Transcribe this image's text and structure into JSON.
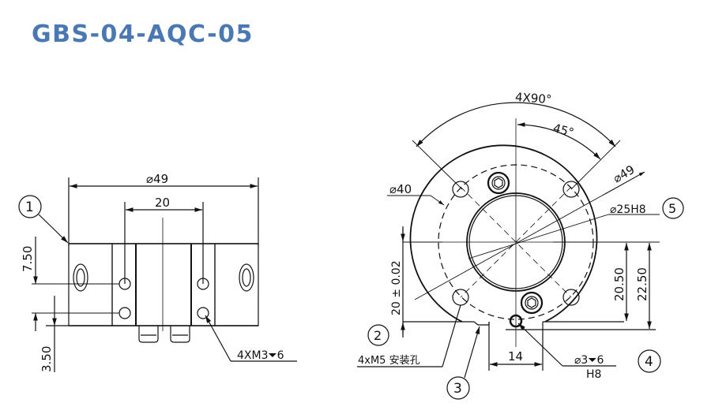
{
  "title": {
    "text": "GBS-04-AQC-05",
    "color": "#4a78b3"
  },
  "side_view": {
    "dim_overall_diameter": "⌀49",
    "dim_hole_spacing": "20",
    "dim_top_offset": "7.50",
    "dim_bottom_offset": "3.50",
    "note_threaded_holes": "4XM3⏷6",
    "balloon_1": "1"
  },
  "front_view": {
    "dim_angle_pattern": "4X90°",
    "dim_angle_offset": "45°",
    "dim_outer_diameter": "⌀49",
    "dim_bolt_circle": "⌀40",
    "dim_bore": "⌀25H8",
    "dim_vertical_tolerance": "20 ± 0.02",
    "dim_height_1": "20.50",
    "dim_height_2": "22.50",
    "dim_slot_width": "14",
    "note_pin_hole": "⌀3⏷6",
    "note_pin_hole_fit": "H8",
    "note_mounting_holes": "4xM5 安装孔",
    "balloon_2": "2",
    "balloon_3": "3",
    "balloon_4": "4",
    "balloon_5": "5"
  },
  "colors": {
    "line": "#111111",
    "title": "#4a78b3"
  }
}
